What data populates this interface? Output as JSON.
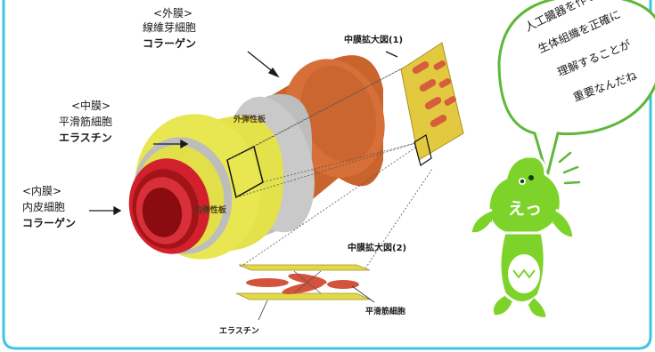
{
  "colors": {
    "frame_border": "#3ec6e0",
    "outer_layer": "#c8642c",
    "middle_layer": "#e4e24a",
    "gray_band": "#b9b9b9",
    "inner_layer": "#d2202c",
    "muscle_cell": "#d4533c",
    "mascot_green": "#7dd32a",
    "bubble_outline": "#5fb83a"
  },
  "labels": {
    "outer": {
      "heading": "<外膜>",
      "cells": "線維芽細胞",
      "fiber": "コラーゲン"
    },
    "middle": {
      "heading": "<中膜>",
      "cells": "平滑筋細胞",
      "fiber": "エラスチン"
    },
    "inner": {
      "heading": "<内膜>",
      "cells": "内皮細胞",
      "fiber": "コラーゲン"
    },
    "outer_elastic": "外弾性板",
    "inner_elastic": "内弾性板",
    "zoom1": "中膜拡大図(1)",
    "zoom2": "中膜拡大図(2)",
    "elastin_label": "エラスチン",
    "smooth_muscle_label": "平滑筋細胞"
  },
  "speech": {
    "lines": [
      "人工臓器を作るには、",
      "生体組織を正確に",
      "理解することが",
      "重要なんだね"
    ]
  },
  "mascot": {
    "word": "えっ",
    "icon": "green-leaf-mascot-icon"
  }
}
